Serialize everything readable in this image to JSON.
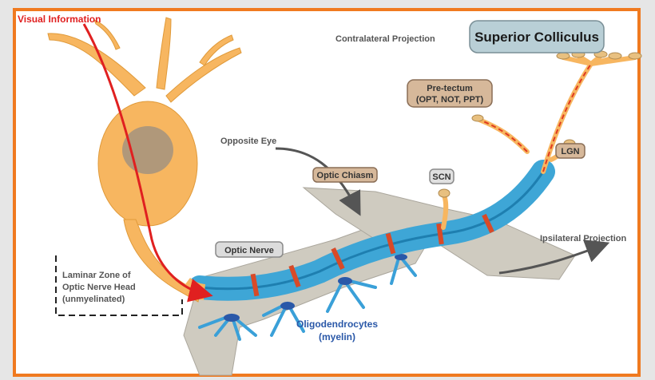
{
  "labels": {
    "visual_information": "Visual Information",
    "contralateral_projection": "Contralateral Projection",
    "superior_colliculus": "Superior Colliculus",
    "pretectum_line1": "Pre-tectum",
    "pretectum_line2": "(OPT, NOT, PPT)",
    "opposite_eye": "Opposite Eye",
    "optic_chiasm": "Optic Chiasm",
    "scn": "SCN",
    "lgn": "LGN",
    "optic_nerve": "Optic Nerve",
    "ipsilateral_projection": "Ipsilateral Projection",
    "laminar_line1": "Laminar Zone of",
    "laminar_line2": "Optic Nerve Head",
    "laminar_line3": "(unmyelinated)",
    "oligodendrocytes_line1": "Oligodendrocytes",
    "oligodendrocytes_line2": "(myelin)"
  },
  "colors": {
    "frame": "#f07a20",
    "neuron": "#f7b660",
    "nucleus": "#b0987a",
    "myelin": "#3ea6d6",
    "node": "#d84a28",
    "signal_arrow": "#e02020",
    "label_box": "#d6b89a",
    "superior_colliculus_box": "#b9cfd6",
    "tissue": "#cfcbc0",
    "oligodendrocyte": "#2a58a8"
  }
}
